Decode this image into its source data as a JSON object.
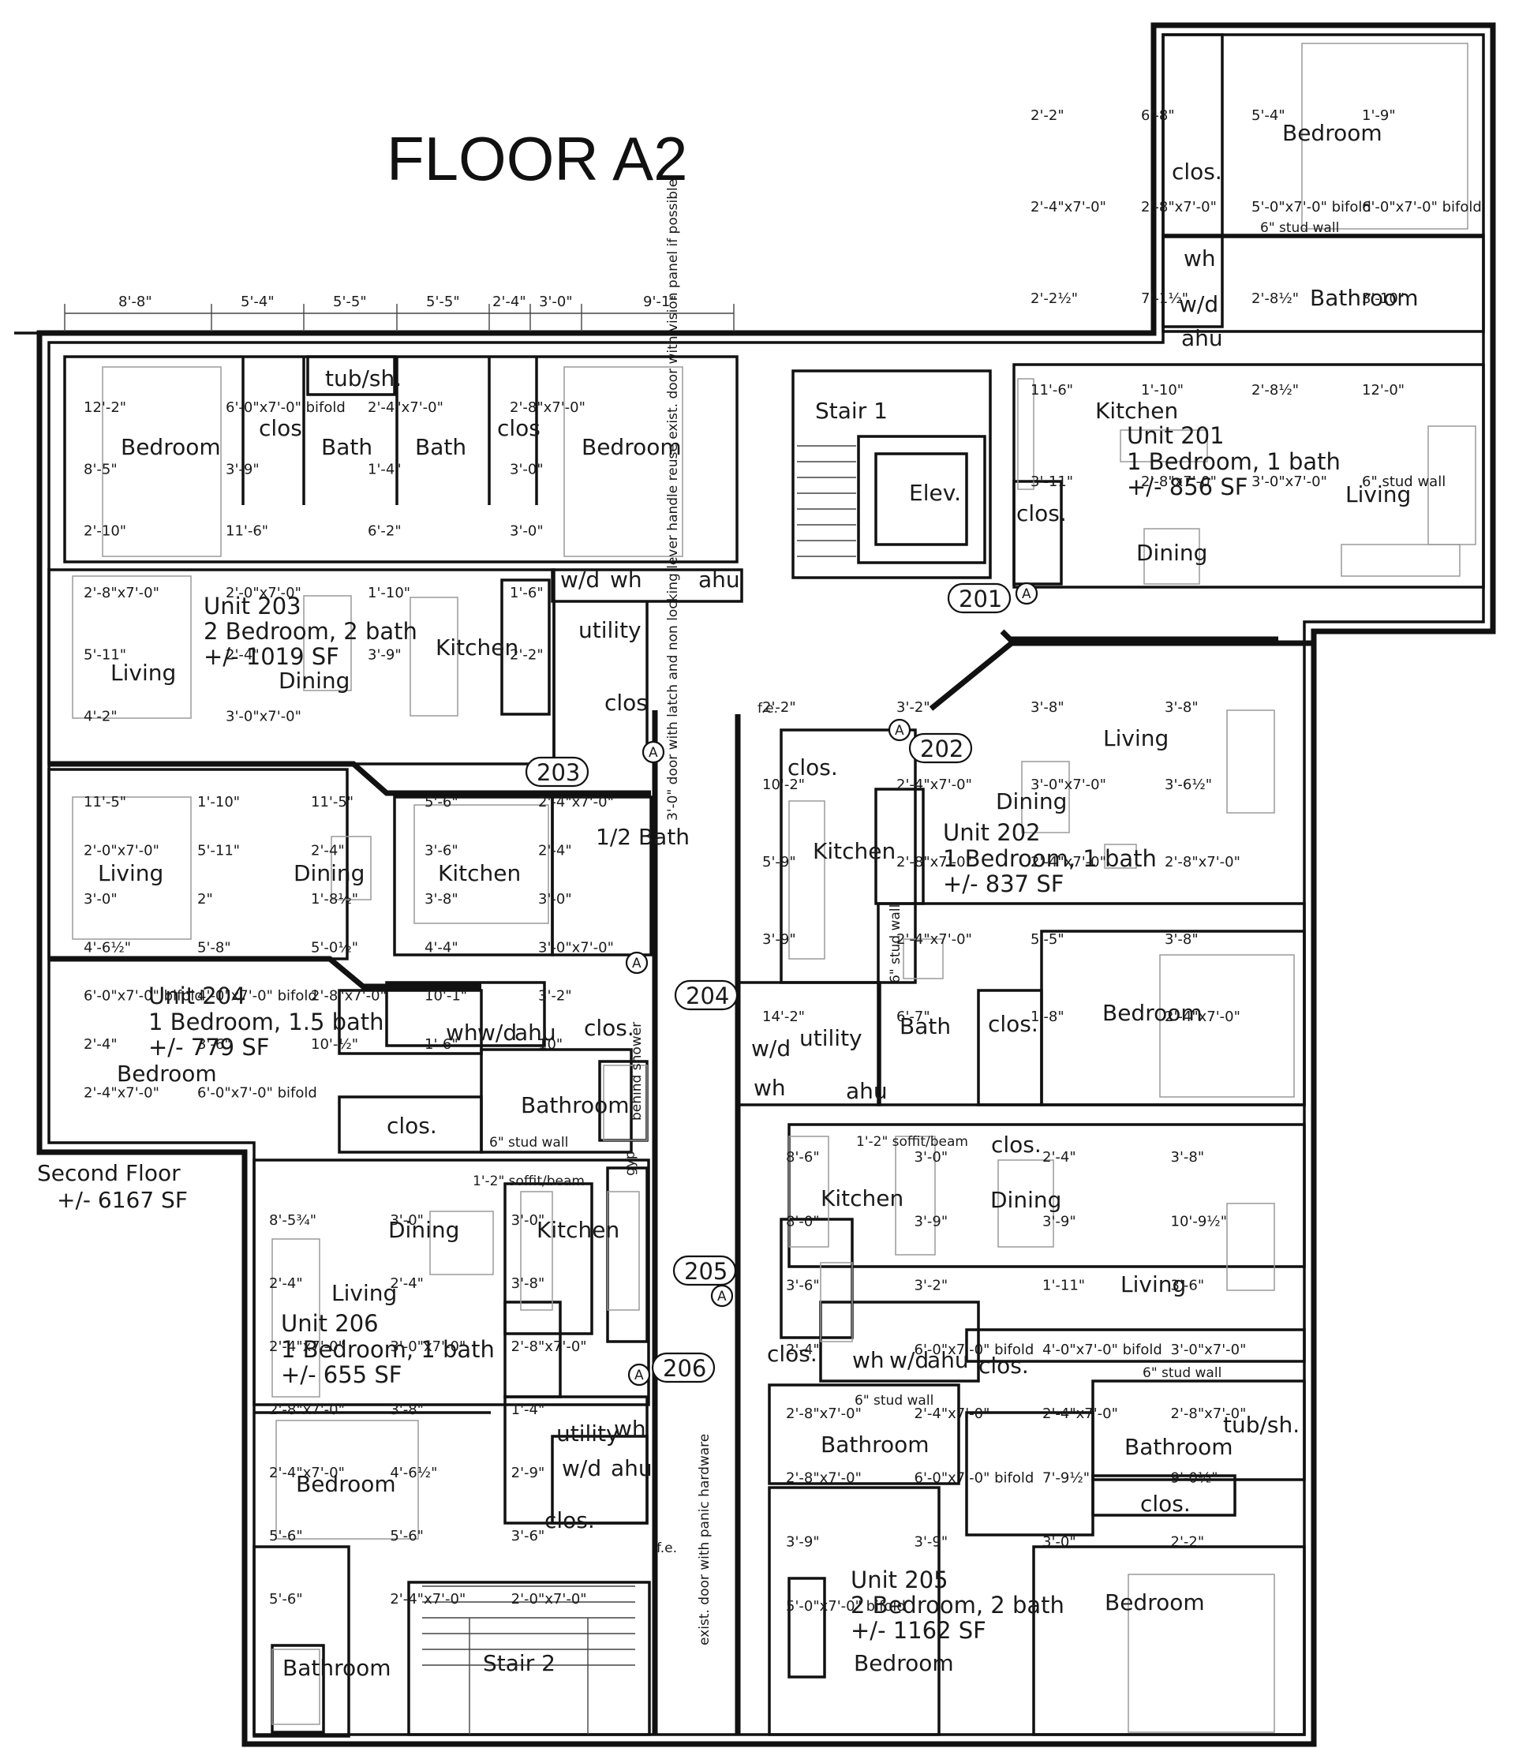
{
  "title": "FLOOR A2",
  "floor": {
    "name": "Second Floor",
    "area": "+/- 6167 SF"
  },
  "units": [
    {
      "number": "201",
      "name": "Unit 201",
      "desc": "1 Bedroom, 1 bath",
      "area": "+/- 856 SF"
    },
    {
      "number": "202",
      "name": "Unit 202",
      "desc": "1 Bedroom, 1 bath",
      "area": "+/- 837 SF"
    },
    {
      "number": "203",
      "name": "Unit 203",
      "desc": "2 Bedroom, 2 bath",
      "area": "+/- 1019 SF"
    },
    {
      "number": "204",
      "name": "Unit 204",
      "desc": "1 Bedroom, 1.5 bath",
      "area": "+/- 779 SF"
    },
    {
      "number": "205",
      "name": "Unit 205",
      "desc": "2 Bedroom, 2 bath",
      "area": "+/- 1162 SF"
    },
    {
      "number": "206",
      "name": "Unit 206",
      "desc": "1 Bedroom, 1 bath",
      "area": "+/- 655 SF"
    }
  ],
  "rooms": {
    "bedroom": "Bedroom",
    "bathroom": "Bathroom",
    "bath": "Bath",
    "half_bath": "1/2 Bath",
    "kitchen": "Kitchen",
    "living": "Living",
    "dining": "Dining",
    "clos": "clos.",
    "clos_nodot": "clos",
    "utility": "utility",
    "tub": "tub/sh.",
    "wd": "w/d",
    "wh": "wh",
    "ahu": "ahu",
    "stair1": "Stair 1",
    "stair2": "Stair 2",
    "elev": "Elev.",
    "fe": "f.e.",
    "gyp": "gyp"
  },
  "notes": {
    "stud_wall": "6\" stud wall",
    "soffit": "1'-2\" soffit/beam",
    "behind_shower": "behind shower",
    "door_note": "3'-0\" door with latch and non locking lever handle reuse exist. door with vision panel if possible",
    "exist_door": "exist. door with panic hardware"
  },
  "door_marker": "A",
  "dimensions": {
    "top": [
      "8'-8\"",
      "5'-4\"",
      "5'-5\"",
      "5'-5\"",
      "2'-4\"",
      "3'-0\"",
      "9'-1\""
    ],
    "u201": [
      "2'-2\"",
      "6'-8\"",
      "5'-4\"",
      "1'-9\"",
      "2'-4\"x7'-0\"",
      "2'-8\"x7'-0\"",
      "5'-0\"x7'-0\" bifold",
      "6'-0\"x7'-0\" bifold",
      "2'-2½\"",
      "7'-1½\"",
      "2'-8½\"",
      "3'-10\"",
      "11'-6\"",
      "1'-10\"",
      "2'-8½\"",
      "12'-0\"",
      "3'-11\"",
      "2'-8\"x7'-0\"",
      "3'-0\"x7'-0\"",
      "6\" stud wall"
    ],
    "u203": [
      "12'-2\"",
      "6'-0\"x7'-0\" bifold",
      "2'-4\"x7'-0\"",
      "2'-8\"x7'-0\"",
      "8'-5\"",
      "3'-9\"",
      "1'-4\"",
      "3'-0\"",
      "2'-10\"",
      "11'-6\"",
      "6'-2\"",
      "3'-0\"",
      "2'-8\"x7'-0\"",
      "2'-0\"x7'-0\"",
      "1'-10\"",
      "1'-6\"",
      "5'-11\"",
      "2'-4\"",
      "3'-9\"",
      "2'-2\"",
      "4'-2\"",
      "3'-0\"x7'-0\""
    ],
    "u204": [
      "11'-5\"",
      "1'-10\"",
      "11'-5\"",
      "5'-6\"",
      "2'-4\"x7'-0\"",
      "2'-0\"x7'-0\"",
      "5'-11\"",
      "2'-4\"",
      "3'-6\"",
      "2'-4\"",
      "3'-0\"",
      "2\"",
      "1'-8½\"",
      "3'-8\"",
      "3'-0\"",
      "4'-6½\"",
      "5'-8\"",
      "5'-0½\"",
      "4'-4\"",
      "3'-0\"x7'-0\"",
      "6'-0\"x7'-0\" bifold",
      "4'-0\"x7'-0\" bifold",
      "2'-8\"x7'-0\"",
      "10'-1\"",
      "3'-2\"",
      "2'-4\"",
      "3'-6\"",
      "10'-½\"",
      "1'-6\"",
      "10\"",
      "2'-4\"x7'-0\"",
      "6'-0\"x7'-0\" bifold"
    ],
    "u202": [
      "2'-2\"",
      "3'-2\"",
      "3'-8\"",
      "3'-8\"",
      "10'-2\"",
      "2'-4\"x7'-0\"",
      "3'-0\"x7'-0\"",
      "3'-6½\"",
      "5'-9\"",
      "2'-8\"x7'-0\"",
      "2'-4\"x7'-0\"",
      "2'-8\"x7'-0\"",
      "3'-9\"",
      "2'-4\"x7'-0\"",
      "5'-5\"",
      "3'-8\"",
      "14'-2\"",
      "6'-7\"",
      "1'-8\"",
      "2'-4\"x7'-0\""
    ],
    "u206": [
      "8'-5¾\"",
      "3'-0\"",
      "3'-0\"",
      "2'-4\"",
      "2'-4\"",
      "3'-8\"",
      "2'-4\"x7'-0\"",
      "3'-0\"x7'-0\"",
      "2'-8\"x7'-0\"",
      "2'-8\"x7'-0\"",
      "3'-8\"",
      "1'-4\"",
      "2'-4\"x7'-0\"",
      "4'-6½\"",
      "2'-9\"",
      "5'-6\"",
      "5'-6\"",
      "3'-6\"",
      "5'-6\"",
      "2'-4\"x7'-0\"",
      "2'-0\"x7'-0\""
    ],
    "u205": [
      "8'-6\"",
      "3'-0\"",
      "2'-4\"",
      "3'-8\"",
      "8'-0\"",
      "3'-9\"",
      "3'-9\"",
      "10'-9½\"",
      "3'-6\"",
      "3'-2\"",
      "1'-11\"",
      "3'-6\"",
      "2'-4\"",
      "6'-0\"x7'-0\" bifold",
      "4'-0\"x7'-0\" bifold",
      "3'-0\"x7'-0\"",
      "2'-8\"x7'-0\"",
      "2'-4\"x7'-0\"",
      "2'-4\"x7'-0\"",
      "2'-8\"x7'-0\"",
      "2'-8\"x7'-0\"",
      "6'-0\"x7'-0\" bifold",
      "7'-9½\"",
      "9'-0½\"",
      "3'-9\"",
      "3'-9\"",
      "3'-0\"",
      "2'-2\"",
      "5'-0\"x7'-0\" bifold"
    ]
  }
}
